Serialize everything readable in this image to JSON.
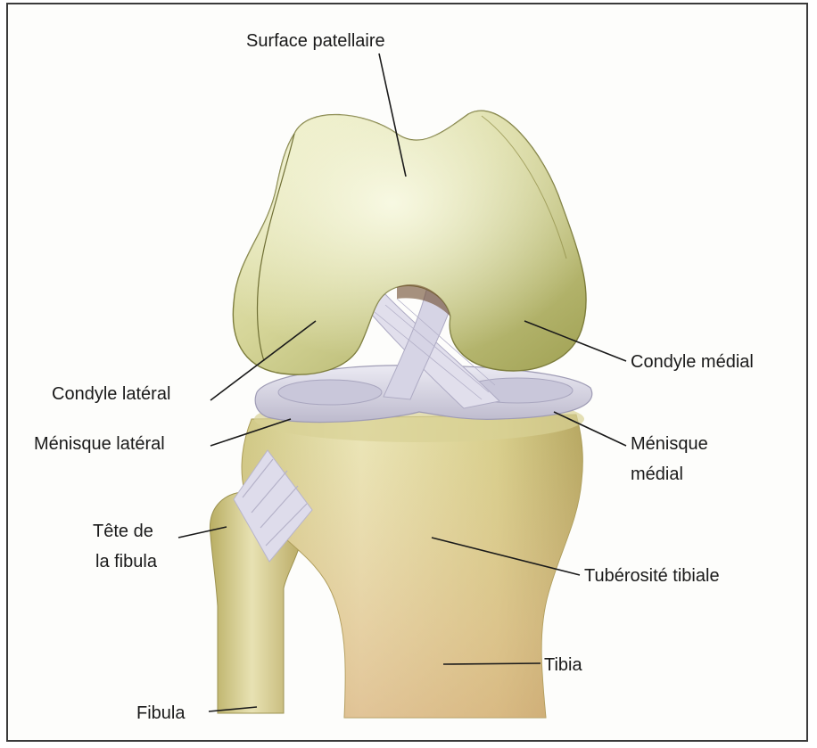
{
  "diagram": {
    "labels": {
      "surface_patellaire": "Surface patellaire",
      "condyle_medial": "Condyle médial",
      "condyle_lateral": "Condyle latéral",
      "menisque_lateral": "Ménisque latéral",
      "menisque_medial_line1": "Ménisque",
      "menisque_medial_line2": "médial",
      "tete_fibula_line1": "Tête de",
      "tete_fibula_line2": "la fibula",
      "tuberosite_tibiale": "Tubérosité tibiale",
      "tibia": "Tibia",
      "fibula": "Fibula"
    },
    "colors": {
      "background": "#ffffff",
      "frame": "#3a3a3a",
      "bone_light": "#e6e3b3",
      "bone_mid": "#c9c27a",
      "bone_dark": "#8d8a3f",
      "cartilage_light": "#eff0c4",
      "cartilage_dark": "#a5a95a",
      "meniscus": "#d7d5e6",
      "ligament": "#cfcde0",
      "label_text": "#1a1a1a"
    }
  }
}
